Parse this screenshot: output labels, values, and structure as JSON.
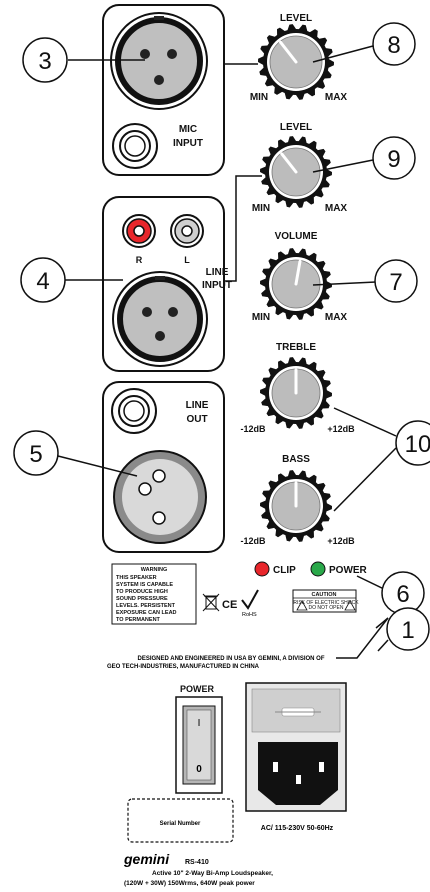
{
  "mic_input_label_1": "MIC",
  "mic_input_label_2": "INPUT",
  "line_input_label_1": "LINE",
  "line_input_label_2": "INPUT",
  "line_out_label_1": "LINE",
  "line_out_label_2": "OUT",
  "rca_right": "R",
  "rca_left": "L",
  "knobs": {
    "mic_level": {
      "title": "LEVEL",
      "min": "MIN",
      "max": "MAX"
    },
    "line_level": {
      "title": "LEVEL",
      "min": "MIN",
      "max": "MAX"
    },
    "volume": {
      "title": "VOLUME",
      "min": "MIN",
      "max": "MAX"
    },
    "treble": {
      "title": "TREBLE",
      "min": "-12dB",
      "max": "+12dB"
    },
    "bass": {
      "title": "BASS",
      "min": "-12dB",
      "max": "+12dB"
    }
  },
  "leds": {
    "clip": {
      "label": "CLIP",
      "color": "#e8262b"
    },
    "power": {
      "label": "POWER",
      "color": "#2aa84a"
    }
  },
  "callouts": [
    "3",
    "8",
    "9",
    "4",
    "7",
    "5",
    "10",
    "6",
    "1"
  ],
  "warning": {
    "title": "WARNING",
    "lines": [
      "THIS SPEAKER",
      "SYSTEM IS CAPABLE",
      "TO PRODUCE HIGH",
      "SOUND PRESSURE",
      "LEVELS. PERSISTENT",
      "EXPOSURE CAN LEAD",
      "TO PERMANENT"
    ]
  },
  "cert_marks": {
    "ce": "CE",
    "rohs": "RoHS"
  },
  "caution": {
    "title": "CAUTION",
    "line1": "RISK OF ELECTRIC SHOCK",
    "line2": "DO NOT OPEN"
  },
  "rear_panel": {
    "designed_line1": "DESIGNED AND ENGINEERED IN USA BY GEMINI, A DIVISION OF",
    "designed_line2": "GEO TECH-INDUSTRIES, MANUFACTURED IN CHINA",
    "power_label": "POWER",
    "switch_on": "I",
    "switch_off": "0",
    "serial_label": "Serial Number",
    "ac_label": "AC/ 115-230V 50-60Hz",
    "brand": "gemini",
    "model": "RS-410",
    "desc_line1": "Active 10\" 2-Way Bi-Amp Loudspeaker,",
    "desc_line2": "(120W + 30W) 150Wrms, 640W peak power"
  },
  "colors": {
    "knob_cap": "#bcbcbc",
    "xlr_body": "#bfbfbf",
    "rca_right": "#e8262b",
    "line_art": "#111111"
  }
}
